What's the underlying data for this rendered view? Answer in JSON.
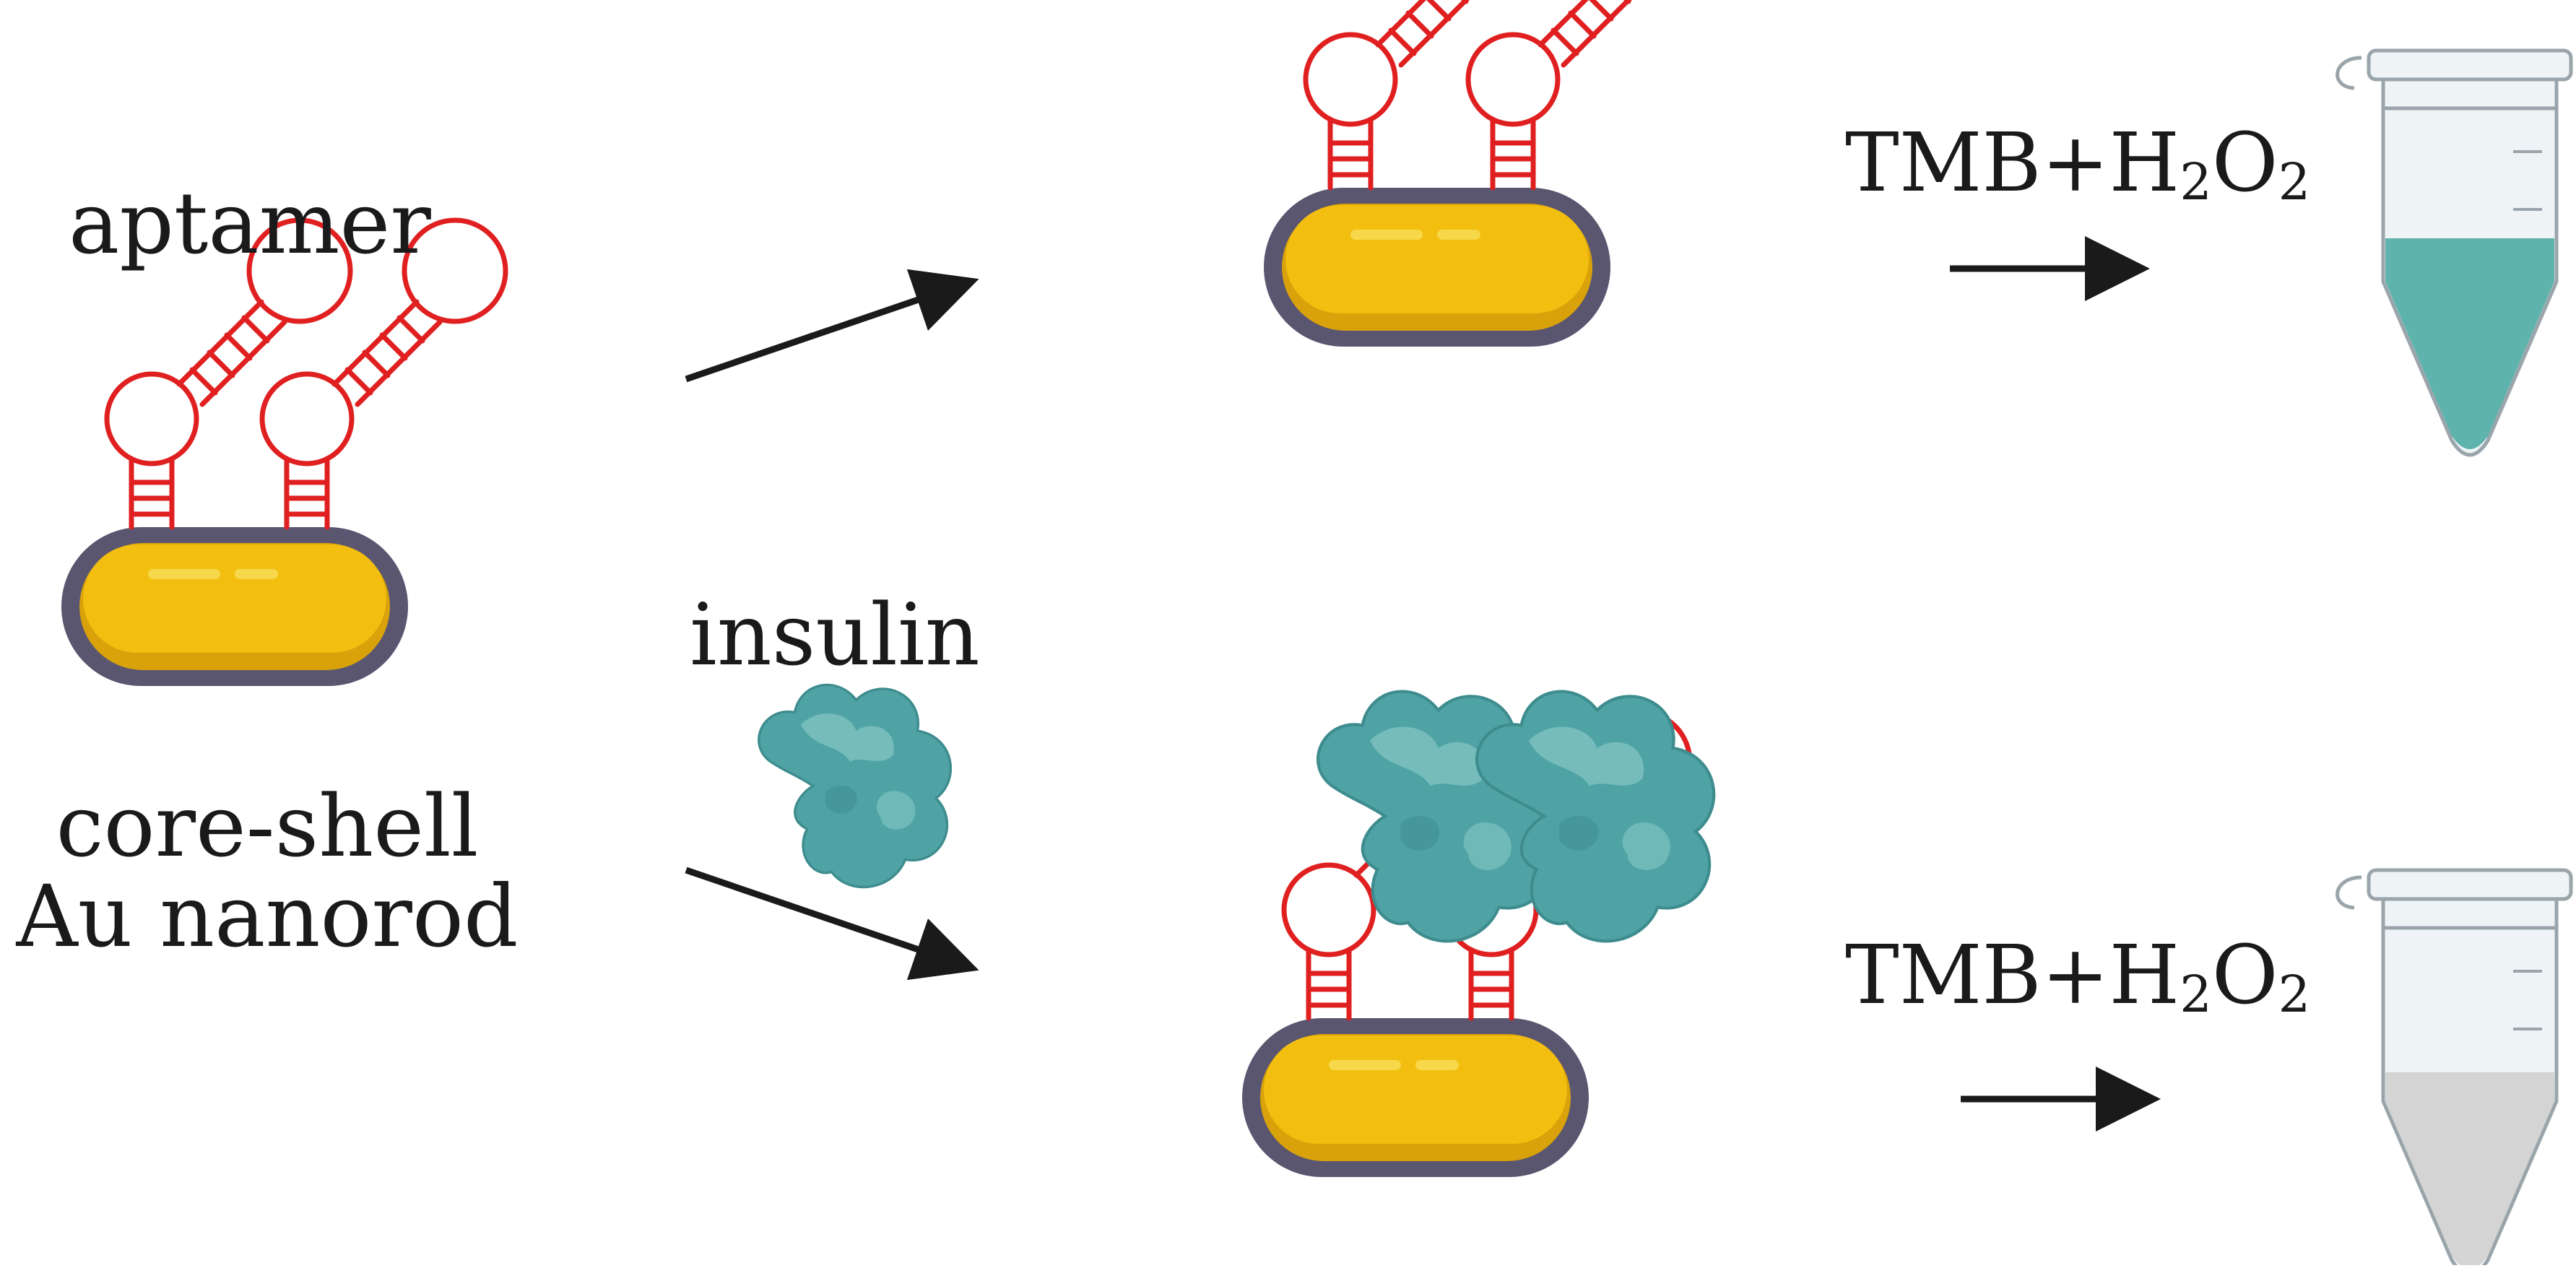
{
  "labels": {
    "aptamer": "aptamer",
    "core_shell": "core-shell",
    "au_nanorod": "Au nanorod",
    "insulin": "insulin"
  },
  "reagent": {
    "tmb": "TMB+H",
    "sub2": "2",
    "o": "O",
    "sub2b": "2"
  },
  "colors": {
    "core": "#F2BE10",
    "core_shade": "#D9A20A",
    "core_highlight": "#F7D84A",
    "shell": "#5A5670",
    "aptamer": "#E02020",
    "insulin": "#4FA3A5",
    "insulin_light": "#7EC2C1",
    "tube_blue": "#5FB3AD",
    "tube_gray": "#D4D4D4",
    "arrow": "#1a1a1a"
  },
  "tubes": [
    {
      "state": "colored",
      "liquid": "tube_blue"
    },
    {
      "state": "colorless",
      "liquid": "tube_gray"
    }
  ]
}
